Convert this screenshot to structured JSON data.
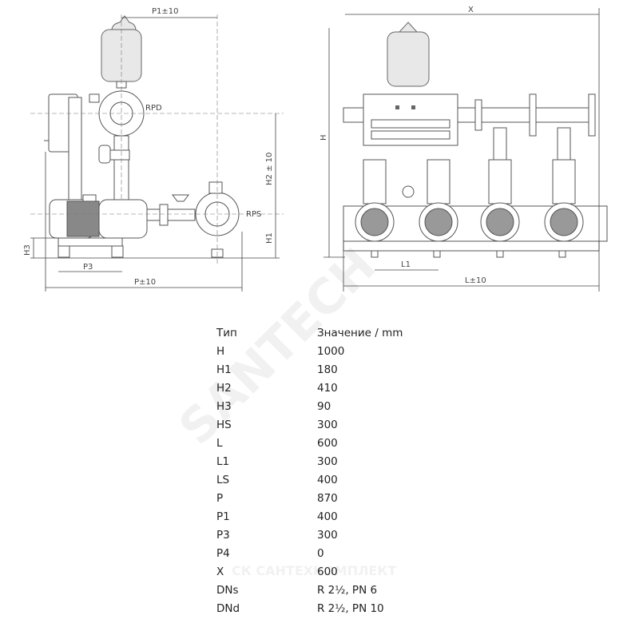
{
  "drawing": {
    "side_view_labels": {
      "p1": "P1±10",
      "rpd": "RPD",
      "rps": "RPS",
      "h2": "H2 ± 10",
      "h1": "H1",
      "h3": "H3",
      "p3": "P3",
      "p": "P±10"
    },
    "front_view_labels": {
      "x": "X",
      "h": "H",
      "l1": "L1",
      "l": "L±10"
    },
    "watermarks": [
      "SANTECH",
      "СК САНТЕХКОМПЛЕКТ"
    ]
  },
  "table": {
    "headers": [
      "Тип",
      "Значение / mm"
    ],
    "rows": [
      {
        "key": "H",
        "value": "1000"
      },
      {
        "key": "H1",
        "value": "180"
      },
      {
        "key": "H2",
        "value": "410"
      },
      {
        "key": "H3",
        "value": "90"
      },
      {
        "key": "HS",
        "value": "300"
      },
      {
        "key": "L",
        "value": "600"
      },
      {
        "key": "L1",
        "value": "300"
      },
      {
        "key": "LS",
        "value": "400"
      },
      {
        "key": "P",
        "value": "870"
      },
      {
        "key": "P1",
        "value": "400"
      },
      {
        "key": "P3",
        "value": "300"
      },
      {
        "key": "P4",
        "value": "0"
      },
      {
        "key": "X",
        "value": "600"
      },
      {
        "key": "DNs",
        "value": "R 2½, PN 6"
      },
      {
        "key": "DNd",
        "value": "R 2½, PN 10"
      }
    ]
  }
}
